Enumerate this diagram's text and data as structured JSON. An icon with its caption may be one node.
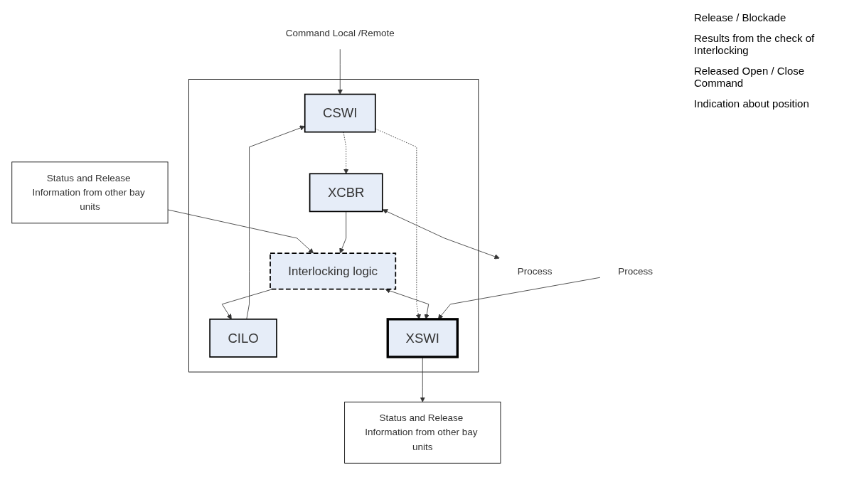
{
  "diagram": {
    "nodes": [
      {
        "text": [],
        "shape": "box"
      },
      {
        "text": [
          "Command Local /Remote"
        ]
      },
      {
        "text": [
          "CSWI"
        ],
        "in": 0
      },
      {
        "text": [
          "CILO"
        ],
        "in": 0
      },
      {
        "text": [
          "Interlocking logic"
        ],
        "in": 0
      },
      {
        "text": [
          "Status and Release Information from other bay units"
        ]
      },
      {
        "text": [
          "XCBR"
        ],
        "in": 0
      },
      {
        "text": [
          "XSWI"
        ],
        "in": 0
      },
      {
        "text": [
          "Status and Release Information from other bay units"
        ]
      },
      {
        "text": [
          "Process"
        ]
      },
      {
        "text": [
          "Process"
        ]
      }
    ],
    "edges": [
      {
        "from": 1,
        "to": 2,
        "arrow": "to"
      },
      {
        "from": 3,
        "to": 2,
        "arrow": "to"
      },
      {
        "from": 4,
        "to": 3,
        "arrow": "to"
      },
      {
        "from": 5,
        "to": 4,
        "arrow": "to"
      },
      {
        "from": 2,
        "to": 6,
        "arrow": "to",
        "style": "dashed"
      },
      {
        "from": 2,
        "to": 7,
        "arrow": "to",
        "style": "dashed"
      },
      {
        "from": 6,
        "to": 4,
        "arrow": "to"
      },
      {
        "from": 4,
        "to": 7,
        "arrow": "both"
      },
      {
        "from": 7,
        "to": 8,
        "arrow": "to"
      },
      {
        "from": 6,
        "to": 9,
        "arrow": "both"
      },
      {
        "from": 10,
        "to": 7,
        "arrow": "to"
      }
    ],
    "labels": [
      "Release / Blockade",
      "Results from the check of Interlocking",
      "Released Open / Close Command",
      "Indication about position"
    ]
  }
}
